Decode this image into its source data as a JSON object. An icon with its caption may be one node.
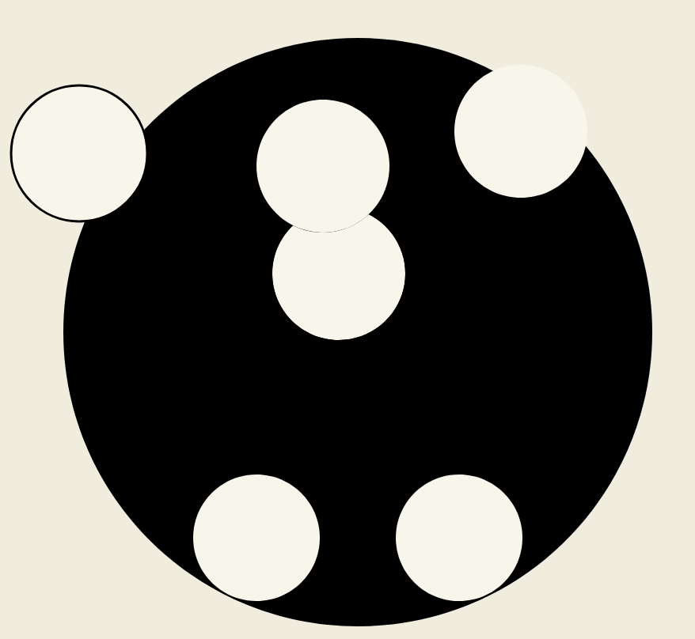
{
  "diagram": {
    "nodes": [
      {
        "text": [],
        "shape": "circle"
      },
      {
        "text": [],
        "shape": "circle"
      },
      {
        "text": [],
        "shape": "circle",
        "in": 0
      },
      {
        "text": [],
        "shape": "circle",
        "in": 0
      },
      {
        "text": [],
        "shape": "circle",
        "in": 0
      },
      {
        "text": [],
        "shape": "circle",
        "in": 0
      },
      {
        "text": [],
        "shape": "circle",
        "in": 0
      }
    ]
  }
}
